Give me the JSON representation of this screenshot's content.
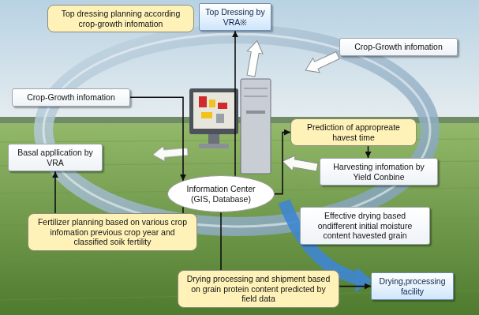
{
  "diagram": {
    "nodes": [
      {
        "text": [
          "Top dressing planning according crop-growth infomation"
        ]
      },
      {
        "text": [
          "Top Dressing by VRA※"
        ]
      },
      {
        "text": [
          "Crop-Growth infomation"
        ]
      },
      {
        "text": [
          "Crop-Growth infomation"
        ]
      },
      {
        "text": [
          "Prediction of appropreate havest time"
        ]
      },
      {
        "text": [
          "Basal appllication by VRA"
        ]
      },
      {
        "text": [
          "Information Center (GIS, Database)"
        ]
      },
      {
        "text": [
          "Harvesting infomation by Yield Conbine"
        ]
      },
      {
        "text": [
          "Fertilizer planning based on various crop infomation previous crop year and classified soik fertility"
        ]
      },
      {
        "text": [
          "Effective drying based ondifferent initial moisture content havested grain"
        ]
      },
      {
        "text": [
          "Drying processing and shipment based on grain protein content predicted by field data"
        ]
      },
      {
        "text": [
          "Drying,processing facility"
        ]
      }
    ],
    "edges": [
      {
        "from": 6,
        "to": 1,
        "arrow": "to"
      },
      {
        "from": 3,
        "to": 6,
        "arrow": "to"
      },
      {
        "from": 6,
        "to": 4,
        "arrow": "to"
      },
      {
        "from": 4,
        "to": 7,
        "arrow": "to"
      },
      {
        "from": 8,
        "to": 5,
        "arrow": "to"
      },
      {
        "from": 6,
        "to": 8,
        "arrow": "none"
      },
      {
        "from": 6,
        "to": 10,
        "arrow": "none"
      },
      {
        "from": 10,
        "to": 11,
        "arrow": "to"
      }
    ]
  }
}
